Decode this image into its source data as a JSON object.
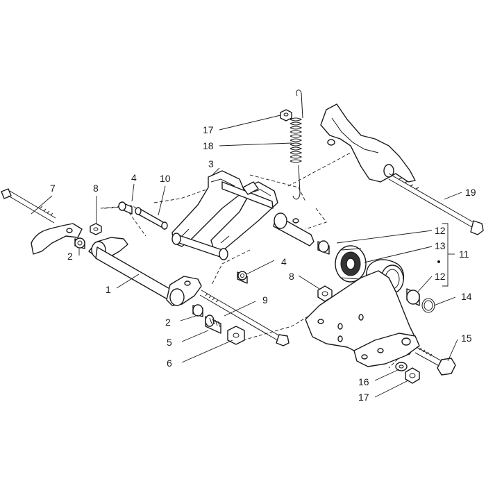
{
  "labels": {
    "l1": "1",
    "l2a": "2",
    "l2b": "2",
    "l3": "3",
    "l4a": "4",
    "l4b": "4",
    "l5": "5",
    "l6": "6",
    "l7": "7",
    "l8a": "8",
    "l8b": "8",
    "l9": "9",
    "l10": "10",
    "l11": "11",
    "l12a": "12",
    "l12b": "12",
    "l13": "13",
    "l14": "14",
    "l15": "15",
    "l16": "16",
    "l17a": "17",
    "l17b": "17",
    "l18": "18",
    "l19": "19"
  },
  "colors": {
    "line": "#1a1a1a",
    "background": "#ffffff"
  }
}
